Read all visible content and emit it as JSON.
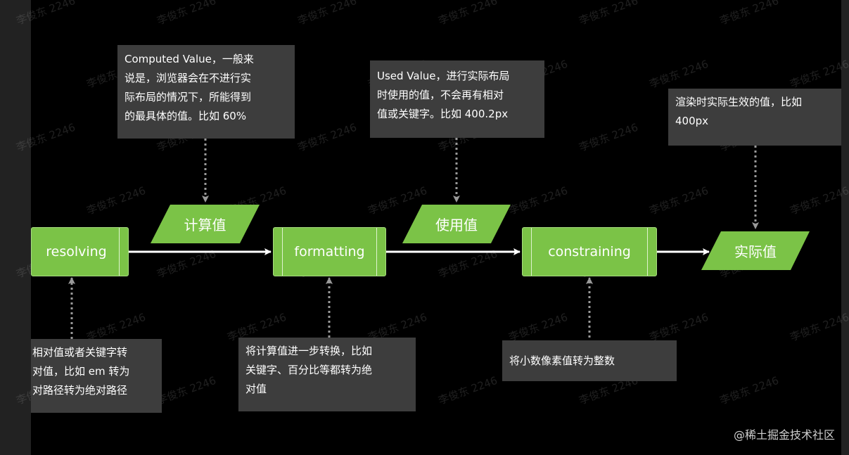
{
  "colors": {
    "background": "#000000",
    "side_strip": "#222222",
    "node_fill": "#7bc347",
    "note_fill": "#3d3d3d",
    "arrow": "#ffffff",
    "dashed_arrow": "#9a9a9a"
  },
  "watermark": "李俊东 2246",
  "processes": {
    "resolving": "resolving",
    "formatting": "formatting",
    "constraining": "constraining"
  },
  "values": {
    "computed": "计算值",
    "used": "使用值",
    "actual": "实际值"
  },
  "notes": {
    "computed_value": "Computed Value，一般来\n说是，浏览器会在不进行实\n际布局的情况下，所能得到\n的最具体的值。比如 60%",
    "used_value": "Used Value，进行实际布局\n时使用的值，不会再有相对\n值或关键字。比如 400.2px",
    "actual_value": "渲染时实际生效的值，比如\n400px",
    "resolving": "相对值或者关键字转\n对值，比如 em 转为\n对路径转为绝对路径",
    "formatting": "将计算值进一步转换，比如\n关键字、百分比等都转为绝\n对值",
    "constraining": "将小数像素值转为整数"
  },
  "credit": "@稀土掘金技术社区"
}
